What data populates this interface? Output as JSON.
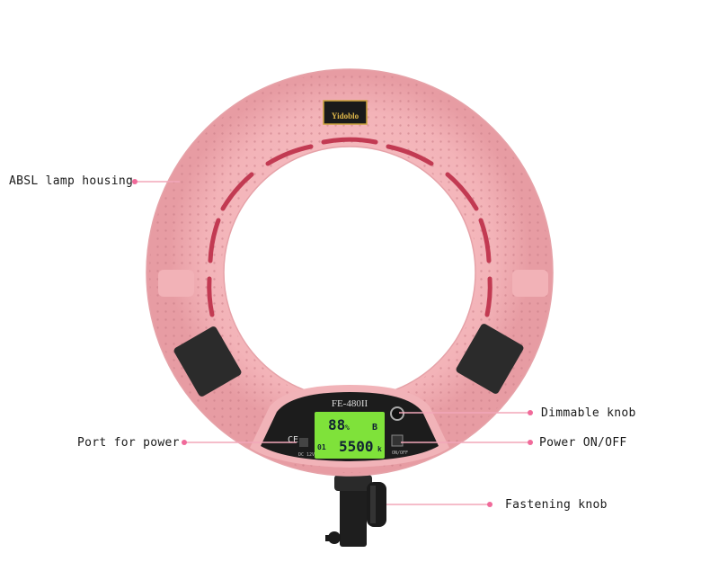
{
  "product": {
    "brand": "Yidoblo",
    "model": "FE-480II",
    "display": {
      "brightness": "88",
      "brightness_unit": "%",
      "color_temp": "5500",
      "color_temp_unit": "k",
      "channel": "01",
      "mode": "B"
    },
    "ce_mark": "CE",
    "switch_label": "ON/OFF",
    "port_label": "DC 12V"
  },
  "callouts": {
    "housing": "ABSL lamp housing",
    "dimmer": "Dimmable knob",
    "power_port": "Port for power",
    "power_switch": "Power ON/OFF",
    "fastening": "Fastening knob"
  },
  "colors": {
    "ring": "#f4b7bb",
    "ring_shadow": "#e39aa1",
    "vent": "#c0394f",
    "lcd": "#7fe23a",
    "line": "#f2a7b9",
    "dot": "#f06a9a"
  }
}
